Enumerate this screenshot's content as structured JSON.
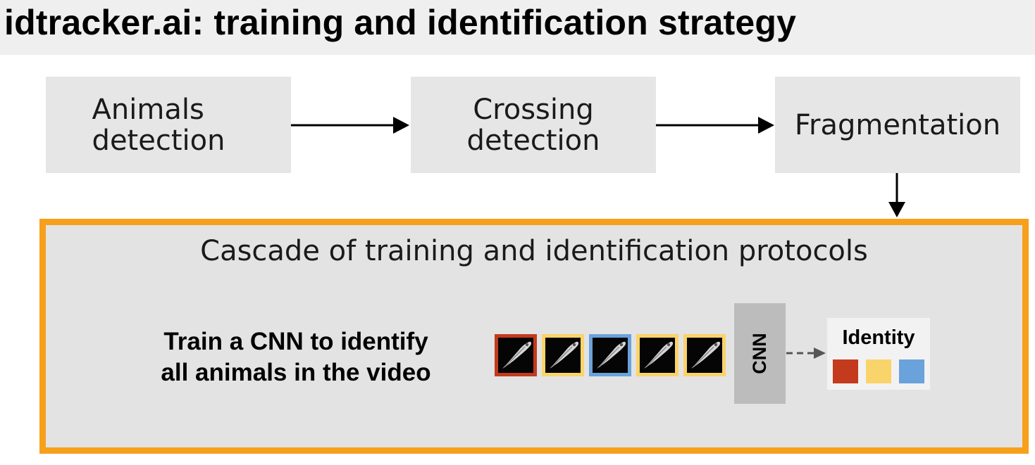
{
  "title": "idtracker.ai: training and identification strategy",
  "pipeline": {
    "animals_line1": "Animals",
    "animals_line2": "detection",
    "crossing_line1": "Crossing",
    "crossing_line2": "detection",
    "fragmentation": "Fragmentation"
  },
  "cascade": {
    "title": "Cascade of training and identification protocols",
    "train_line1": "Train a CNN to identify",
    "train_line2": "all animals in the video",
    "cnn_label": "CNN",
    "identity_label": "Identity"
  },
  "colors": {
    "accent_orange": "#f7a01b",
    "identity_red": "#c33a1d",
    "identity_yellow": "#f9d46a",
    "identity_blue": "#6aa2dc"
  },
  "thumbnails": [
    {
      "border_color": "#c33a1d"
    },
    {
      "border_color": "#f9d46a"
    },
    {
      "border_color": "#6aa2dc"
    },
    {
      "border_color": "#f9d46a"
    },
    {
      "border_color": "#f9d46a"
    }
  ],
  "identity_squares": [
    "#c33a1d",
    "#f9d46a",
    "#6aa2dc"
  ]
}
